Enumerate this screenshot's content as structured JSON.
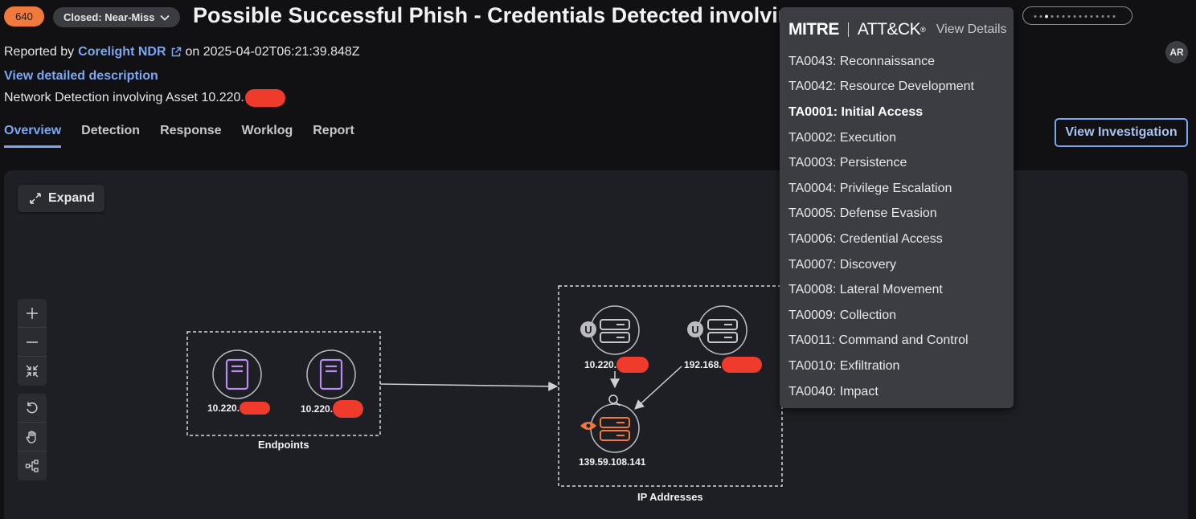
{
  "header": {
    "score": "640",
    "status": "Closed: Near-Miss",
    "title": "Possible Successful Phish - Credentials Detected involving",
    "reported_prefix": "Reported by",
    "reporter": "Corelight NDR",
    "reported_on": "on 2025-04-02T06:21:39.848Z",
    "detail_link": "View detailed description",
    "network_text": "Network Detection involving Asset 10.220."
  },
  "user": {
    "initials": "AR"
  },
  "tabs": [
    {
      "label": "Overview"
    },
    {
      "label": "Detection"
    },
    {
      "label": "Response"
    },
    {
      "label": "Worklog"
    },
    {
      "label": "Report"
    }
  ],
  "actions": {
    "view_investigation": "View Investigation"
  },
  "canvas": {
    "expand_label": "Expand",
    "groups": {
      "endpoints": "Endpoints",
      "ip_addresses": "IP Addresses"
    },
    "nodes": {
      "endpoint_1": "10.220.",
      "endpoint_2": "10.220.",
      "ip_1": "10.220.",
      "ip_2": "192.168.",
      "ip_3": "139.59.108.141"
    }
  },
  "mitre": {
    "logo_left": "MITRE",
    "logo_right": "ATT&CK",
    "view_details": "View Details",
    "tactics": [
      "TA0043: Reconnaissance",
      "TA0042: Resource Development",
      "TA0001: Initial Access",
      "TA0002: Execution",
      "TA0003: Persistence",
      "TA0004: Privilege Escalation",
      "TA0005: Defense Evasion",
      "TA0006: Credential Access",
      "TA0007: Discovery",
      "TA0008: Lateral Movement",
      "TA0009: Collection",
      "TA0011: Command and Control",
      "TA0010: Exfiltration",
      "TA0040: Impact"
    ],
    "highlighted": "TA0001: Initial Access"
  },
  "colors": {
    "accent": "#7ea6f0",
    "score": "#f07a3c",
    "endpoint": "#b98cf0",
    "threat": "#f07a3c",
    "redaction": "#ee3b2c"
  }
}
